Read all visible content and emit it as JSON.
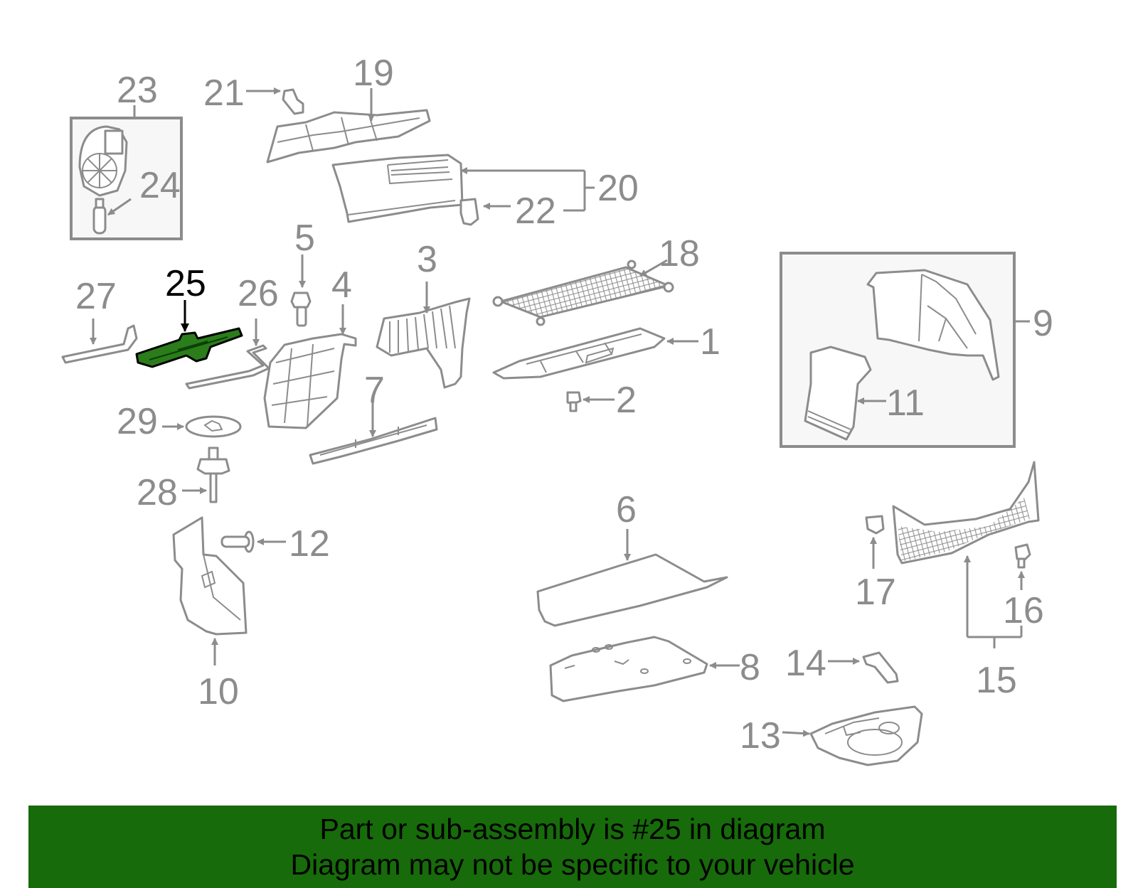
{
  "diagram": {
    "highlighted_part": "25",
    "highlight_color": "#1e6b10",
    "callouts": [
      "1",
      "2",
      "3",
      "4",
      "5",
      "6",
      "7",
      "8",
      "9",
      "10",
      "11",
      "12",
      "13",
      "14",
      "15",
      "16",
      "17",
      "18",
      "19",
      "20",
      "21",
      "22",
      "23",
      "24",
      "25",
      "26",
      "27",
      "28",
      "29"
    ]
  },
  "banner": {
    "line1": "Part or sub-assembly is #25 in diagram",
    "line2": "Diagram may not be specific to your vehicle",
    "background": "#176b0a"
  }
}
